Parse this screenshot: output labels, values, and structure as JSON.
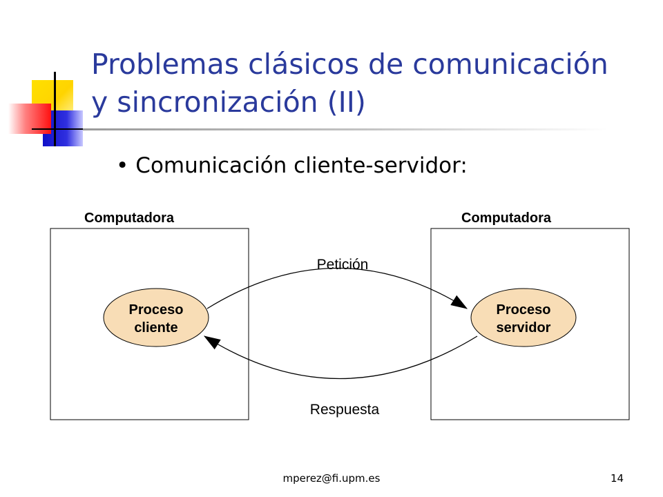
{
  "slide": {
    "title_line1": "Problemas clásicos de comunicación",
    "title_line2": "y sincronización (II)",
    "bullet": "Comunicación cliente-servidor:"
  },
  "diagram": {
    "left_computer_label": "Computadora",
    "right_computer_label": "Computadora",
    "client_process_line1": "Proceso",
    "client_process_line2": "cliente",
    "server_process_line1": "Proceso",
    "server_process_line2": "servidor",
    "request_label": "Petición",
    "response_label": "Respuesta",
    "process_fill": "#f8ddb6"
  },
  "footer": {
    "email": "mperez@fi.upm.es",
    "page_number": "14"
  }
}
